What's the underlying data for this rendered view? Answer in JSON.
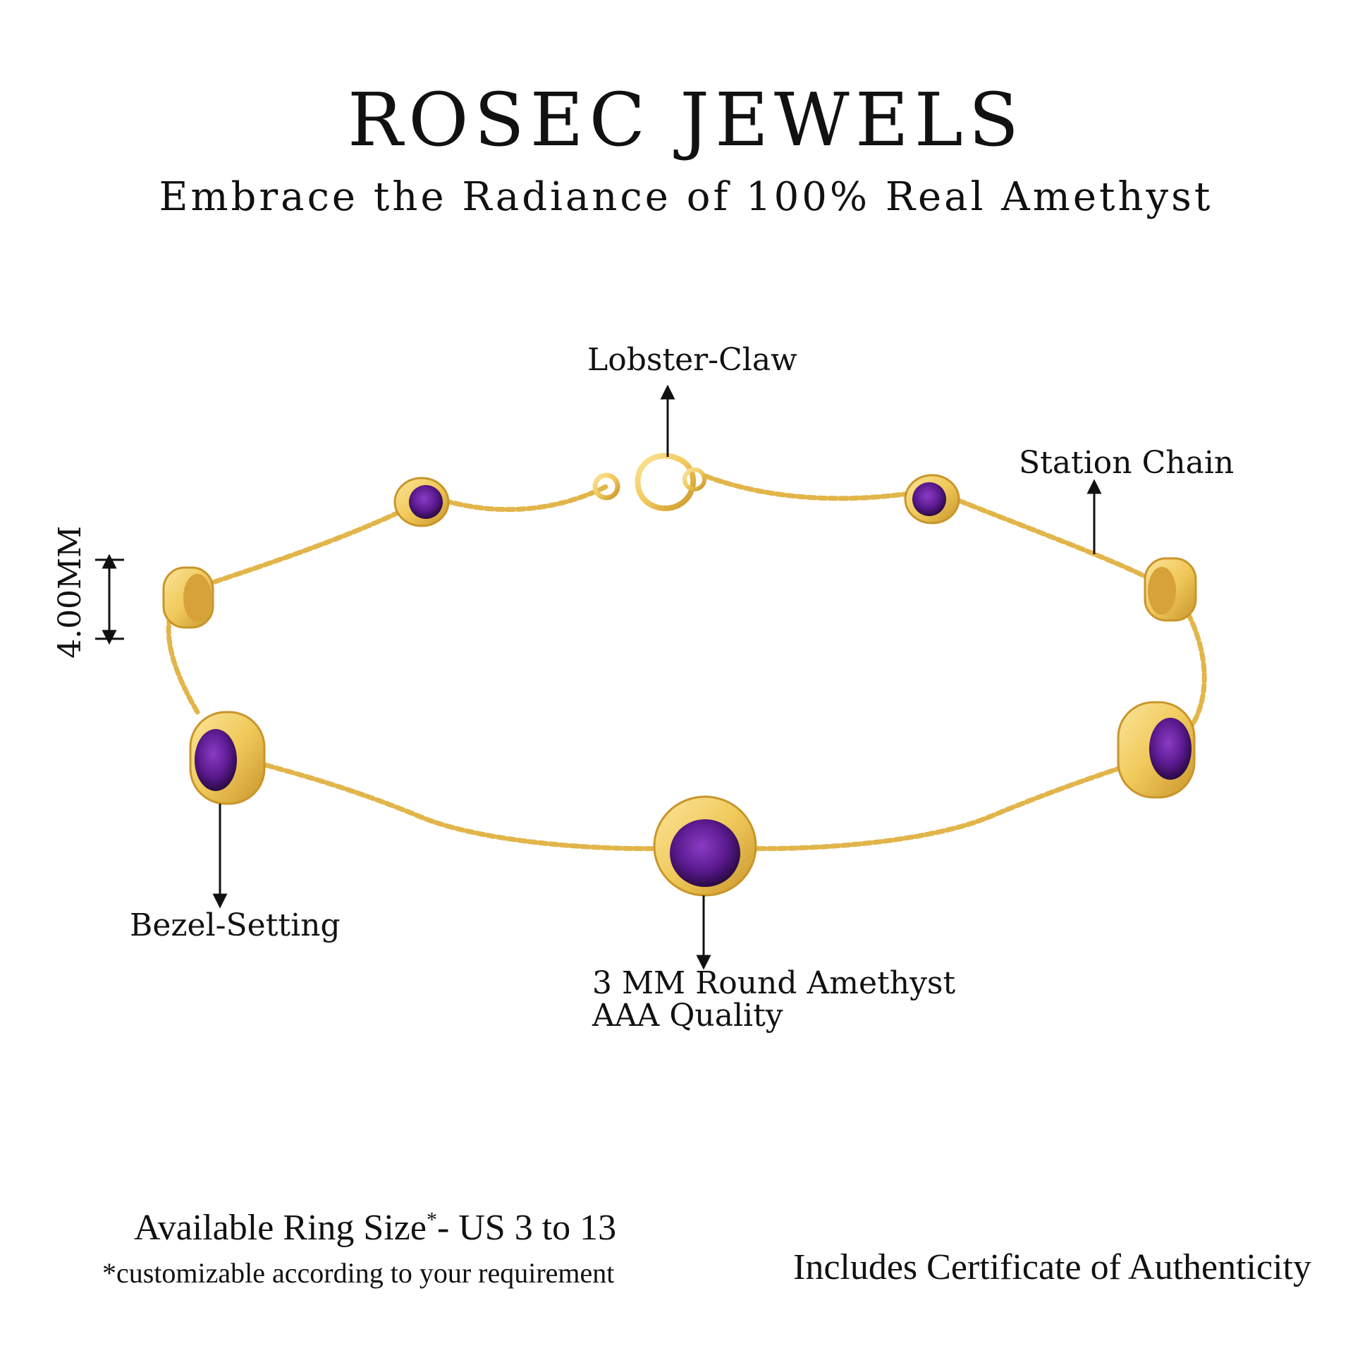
{
  "header": {
    "brand": "ROSEC JEWELS",
    "tagline": "Embrace the Radiance of 100% Real Amethyst"
  },
  "callouts": {
    "lobster_claw": "Lobster-Claw",
    "station_chain": "Station Chain",
    "bezel_setting": "Bezel-Setting",
    "stone_line1": "3 MM Round Amethyst",
    "stone_line2": "AAA Quality",
    "dimension": "4.00MM"
  },
  "footer": {
    "size_label": "Available Ring Size",
    "size_asterisk": "*",
    "size_range": "- US 3 to 13",
    "size_note": "*customizable according to your requirement",
    "certificate": "Includes Certificate of Authenticity"
  },
  "colors": {
    "gold": "#f0c95a",
    "gold_dark": "#c9952a",
    "amethyst": "#5b1a8f",
    "text": "#111111"
  }
}
